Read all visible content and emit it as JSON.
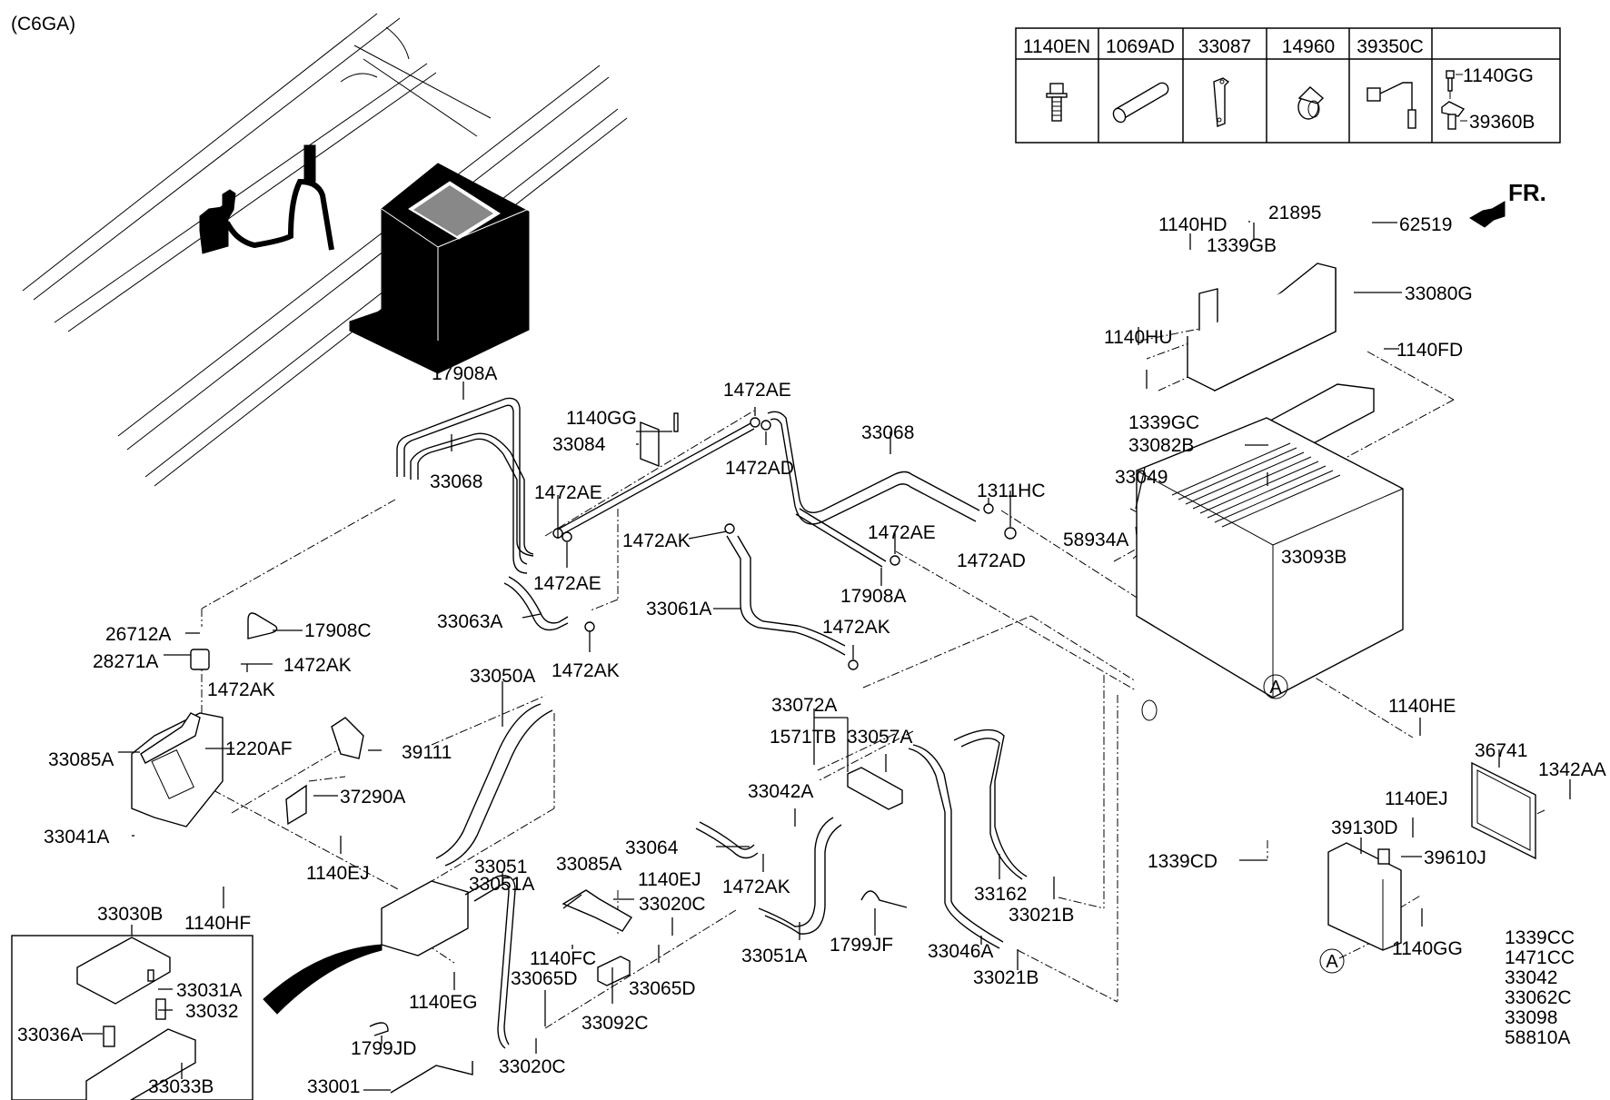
{
  "diagram": {
    "model_code": "(C6GA)",
    "direction_label": "FR.",
    "parts_table": {
      "headers": [
        "1140EN",
        "1069AD",
        "33087",
        "14960",
        "39350C",
        ""
      ],
      "icons": [
        "bolt-icon",
        "sleeve-icon",
        "bracket-strap-icon",
        "clamp-icon",
        "sensor-icon",
        "bolt-sensor-icon"
      ],
      "extra_labels": [
        "1140GG",
        "39360B"
      ]
    },
    "reference_markers": [
      "A",
      "A"
    ],
    "callouts": {
      "c17908A_top": "17908A",
      "c33068_left": "33068",
      "c1140GG_mid": "1140GG",
      "c33084": "33084",
      "c1472AE_top": "1472AE",
      "c1472AD_top": "1472AD",
      "c1472AE_mid": "1472AE",
      "c1472AE_low": "1472AE",
      "c1472AK_mid": "1472AK",
      "c33063A": "33063A",
      "c1472AK_low": "1472AK",
      "c33061A": "33061A",
      "c33068_right": "33068",
      "c1472AE_right": "1472AE",
      "c17908A_right": "17908A",
      "c1472AK_right": "1472AK",
      "c1311HC": "1311HC",
      "c1472AD_right": "1472AD",
      "c33049": "33049",
      "c58934A": "58934A",
      "c1140HD": "1140HD",
      "c21895": "21895",
      "c62519": "62519",
      "c1339GB": "1339GB",
      "c33080G": "33080G",
      "c1140HU": "1140HU",
      "c1140FD": "1140FD",
      "c1339GC": "1339GC",
      "c33082B": "33082B",
      "c33093B": "33093B",
      "c1140HE": "1140HE",
      "c36741": "36741",
      "c1342AA": "1342AA",
      "c1140EJ_right": "1140EJ",
      "c39130D": "39130D",
      "c39610J": "39610J",
      "c1339CD": "1339CD",
      "c1140GG_right": "1140GG",
      "c26712A": "26712A",
      "c17908C": "17908C",
      "c28271A": "28271A",
      "c1472AK_l1": "1472AK",
      "c1472AK_l2": "1472AK",
      "c33050A": "33050A",
      "c33085A_left": "33085A",
      "c1220AF": "1220AF",
      "c39111": "39111",
      "c37290A": "37290A",
      "c33041A": "33041A",
      "c1140EJ_left": "1140EJ",
      "c1140HF": "1140HF",
      "c33030B": "33030B",
      "c33031A": "33031A",
      "c33032": "33032",
      "c33036A": "33036A",
      "c33033B": "33033B",
      "c33072A": "33072A",
      "c1571TB": "1571TB",
      "c33057A": "33057A",
      "c33042A": "33042A",
      "c33064": "33064",
      "c1472AK_c": "1472AK",
      "c33051": "33051",
      "c33051A_left": "33051A",
      "c33085A_mid": "33085A",
      "c1140EJ_mid": "1140EJ",
      "c33020C_mid": "33020C",
      "c1140FC": "1140FC",
      "c33065D_left": "33065D",
      "c33065D_mid": "33065D",
      "c33092C": "33092C",
      "c33020C_low": "33020C",
      "c1140EG": "1140EG",
      "c1799JD": "1799JD",
      "c33001": "33001",
      "c33051A_mid": "33051A",
      "c1799JF": "1799JF",
      "c33162": "33162",
      "c33021B_1": "33021B",
      "c33046A": "33046A",
      "c33021B_2": "33021B"
    },
    "unillustrated_parts": [
      "1339CC",
      "1471CC",
      "33042",
      "33062C",
      "33098",
      "58810A"
    ]
  }
}
